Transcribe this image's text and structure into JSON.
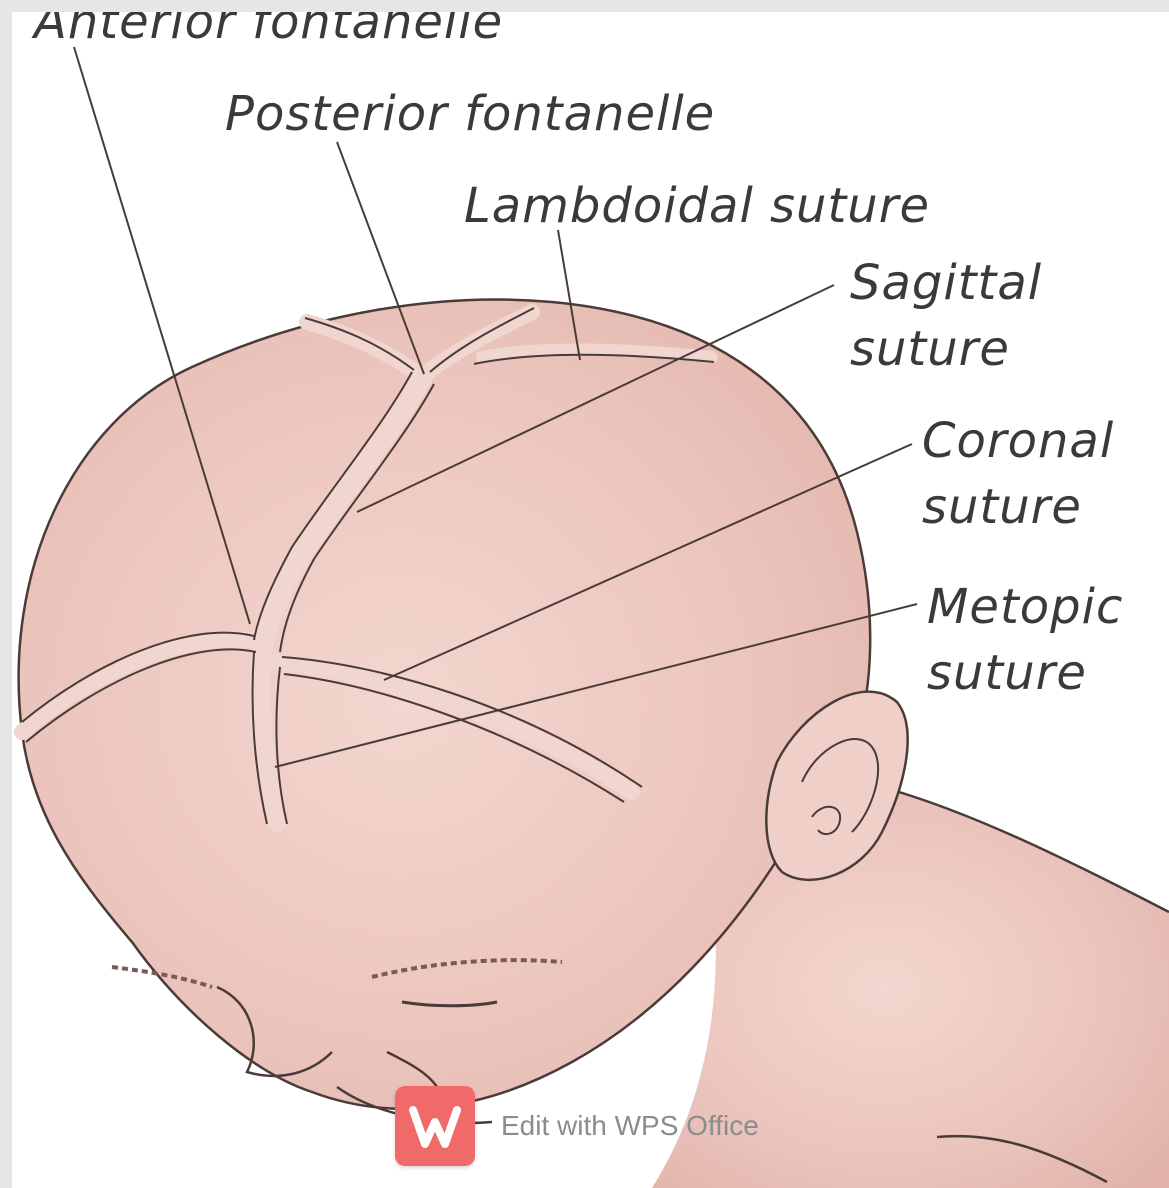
{
  "labels": {
    "anterior_fontanelle": "Anterior fontanelle",
    "posterior_fontanelle": "Posterior fontanelle",
    "lambdoidal_suture": "Lambdoidal suture",
    "sagittal_suture": {
      "line1": "Sagittal",
      "line2": "suture"
    },
    "coronal_suture": {
      "line1": "Coronal",
      "line2": "suture"
    },
    "metopic_suture": {
      "line1": "Metopic",
      "line2": "suture"
    }
  },
  "watermark": {
    "icon": "wps-w-logo-icon",
    "text": "Edit with WPS Office",
    "color": "#f06a6a"
  },
  "colors": {
    "skin": "#ecc8c0",
    "suture": "#f1d6d0",
    "outline": "#4a3b38",
    "label": "#3a3a3a"
  }
}
